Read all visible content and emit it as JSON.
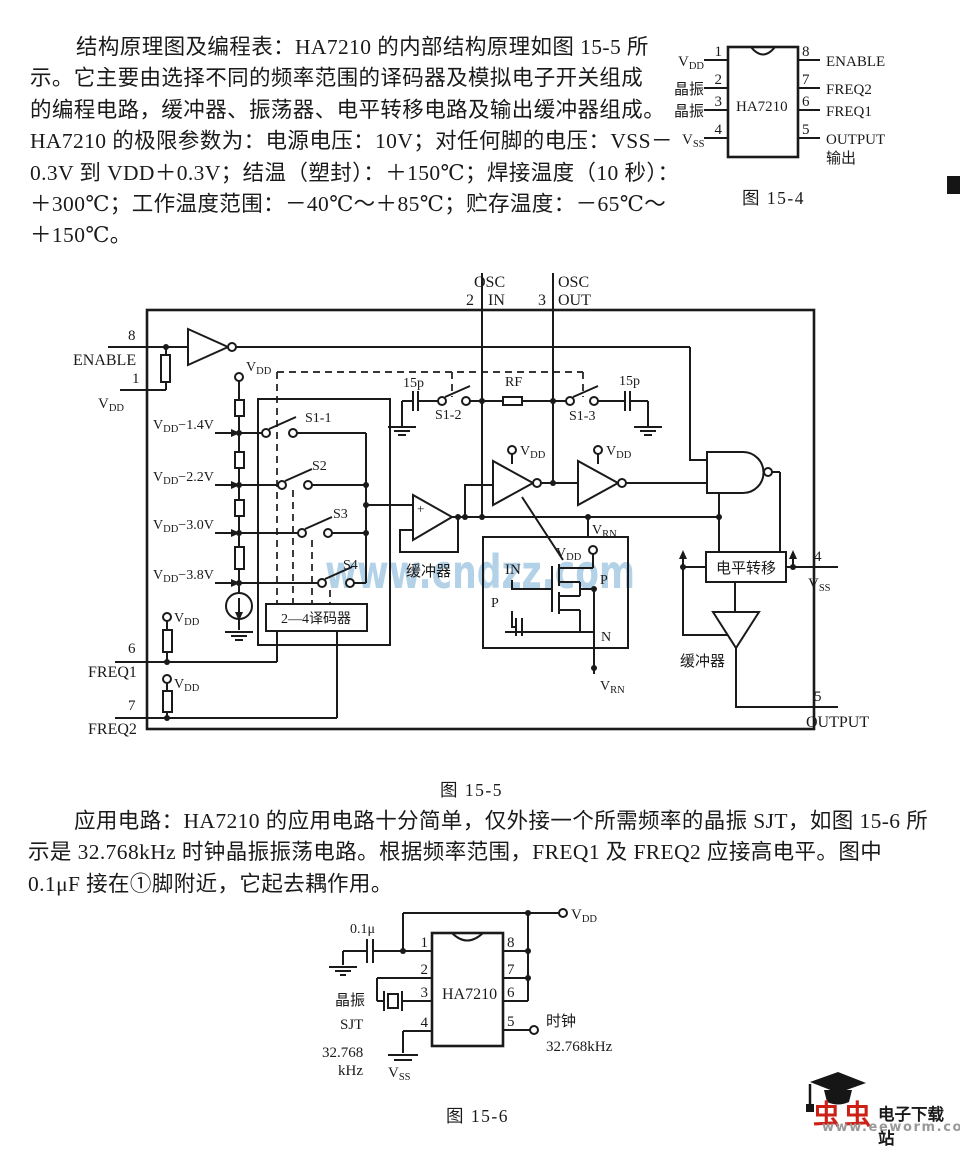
{
  "colors": {
    "ink": "#1a1a1a",
    "watermark_blue": "#a6cbe4",
    "logo_red": "#cc2016",
    "url_gray": "#999999"
  },
  "pins": {
    "p1": "1",
    "p2": "2",
    "p3": "3",
    "p4": "4",
    "p5": "5",
    "p6": "6",
    "p7": "7",
    "p8": "8"
  },
  "sym": {
    "v": "V",
    "dd": "DD",
    "ss": "SS",
    "rn": "RN",
    "plus": "+"
  },
  "para1": {
    "lines": [
      "结构原理图及编程表：HA7210 的内部结构原理如图 15-5 所",
      "示。它主要由选择不同的频率范围的译码器及模拟电子开关组成",
      "的编程电路，缓冲器、振荡器、电平转移电路及输出缓冲器组成。",
      "HA7210 的极限参数为：电源电压：10V；对任何脚的电压：VSS－",
      "0.3V 到 VDD＋0.3V；结温（塑封）：＋150℃；焊接温度（10 秒）：",
      "＋300℃；工作温度范围：－40℃～＋85℃；贮存温度：－65℃～",
      "＋150℃。"
    ]
  },
  "para2": {
    "lines": [
      "应用电路：HA7210 的应用电路十分简单，仅外接一个所需频率的晶振 SJT，如图 15-6 所",
      "示是 32.768kHz 时钟晶振振荡电路。根据频率范围，FREQ1 及 FREQ2 应接高电平。图中",
      "0.1μF 接在①脚附近，它起去耦作用。"
    ]
  },
  "fig154": {
    "caption": "图 15-4",
    "chip": "HA7210",
    "jingzhen": "晶振",
    "enable": "ENABLE",
    "freq2": "FREQ2",
    "freq1": "FREQ1",
    "output": "OUTPUT",
    "shuchu": "输出"
  },
  "fig155": {
    "caption": "图 15-5",
    "watermark": "www.cndzz.com",
    "osc": "OSC",
    "osc_in": "IN",
    "osc_out": "OUT",
    "enable": "ENABLE",
    "freq1": "FREQ1",
    "freq2": "FREQ2",
    "output": "OUTPUT",
    "ladder": [
      "−1.4V",
      "−2.2V",
      "−3.0V",
      "−3.8V"
    ],
    "sw": [
      "S1-1",
      "S2",
      "S3",
      "S4",
      "S1-2",
      "S1-3"
    ],
    "cap": "15p",
    "rf": "RF",
    "decoder": "2—4译码器",
    "buffer": "缓冲器",
    "level": "电平转移",
    "in_lbl": "IN",
    "p": "P",
    "n": "N"
  },
  "fig156": {
    "caption": "图 15-6",
    "chip": "HA7210",
    "cap": "0.1μ",
    "jingzhen": "晶振",
    "sjt": "SJT",
    "xtal_freq1": "32.768",
    "xtal_freq2": "kHz",
    "clock": "时钟",
    "clock_freq": "32.768kHz"
  },
  "logo": {
    "brand": "虫虫",
    "site": "电子下载站",
    "url": "www.eeworm.com"
  }
}
